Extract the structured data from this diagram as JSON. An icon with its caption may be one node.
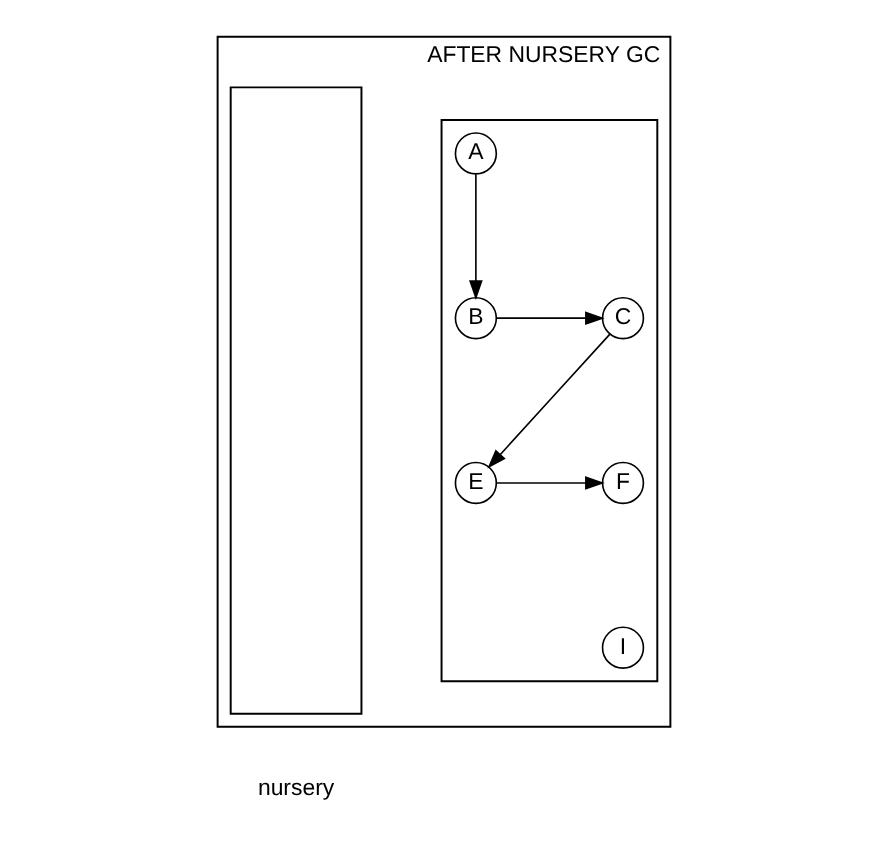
{
  "diagram": {
    "nodes": [
      {
        "text": [
          "AFTER NURSERY GC"
        ]
      },
      {
        "text": [],
        "shape": "box",
        "in": 0,
        "beside": [
          "nursery"
        ]
      },
      {
        "text": [],
        "shape": "box",
        "in": 0
      },
      {
        "text": [
          "A"
        ],
        "in": 2
      },
      {
        "text": [
          "B"
        ],
        "in": 2
      },
      {
        "text": [
          "C"
        ],
        "in": 2
      },
      {
        "text": [
          "E"
        ],
        "in": 2
      },
      {
        "text": [
          "F"
        ],
        "in": 2
      },
      {
        "text": [
          "I"
        ],
        "in": 2
      }
    ],
    "edges": [
      {
        "from": 3,
        "to": 4,
        "arrow": "to"
      },
      {
        "from": 4,
        "to": 5,
        "arrow": "to"
      },
      {
        "from": 5,
        "to": 6,
        "arrow": "to"
      },
      {
        "from": 6,
        "to": 7,
        "arrow": "to"
      }
    ]
  }
}
